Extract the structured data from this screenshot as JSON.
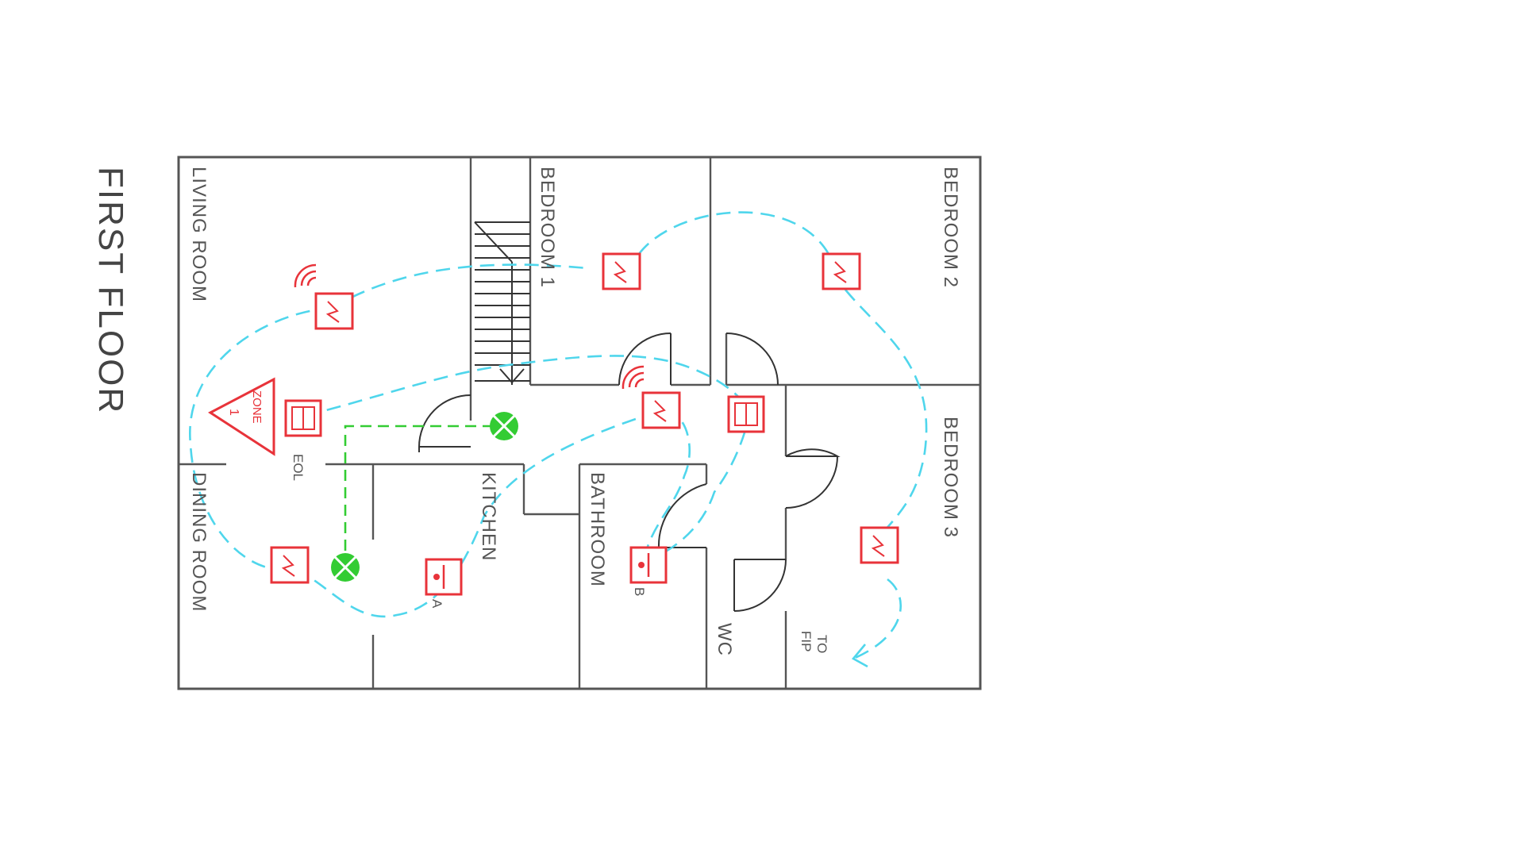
{
  "title": "FIRST FLOOR",
  "rooms": {
    "living_room": "LIVING ROOM",
    "bedroom_1": "BEDROOM 1",
    "bedroom_2": "BEDROOM 2",
    "bedroom_3": "BEDROOM 3",
    "dining_room": "DINING ROOM",
    "kitchen": "KITCHEN",
    "bathroom": "BATHROOM",
    "wc": "WC"
  },
  "labels": {
    "eol": "EOL",
    "zone": "ZONE",
    "zone_number": "1",
    "call_point_a": "A",
    "call_point_b": "B",
    "to_fip_line1": "TO",
    "to_fip_line2": "FIP"
  },
  "colors": {
    "wall": "#555555",
    "device_red": "#e8333a",
    "loop_cyan": "#4fd6ec",
    "sounder_green": "#33cc33"
  },
  "icons": {
    "detector": "smoke-detector-icon",
    "wireless": "wireless-signal-icon",
    "eol": "end-of-line-icon",
    "call_point": "manual-call-point-icon",
    "sounder": "sounder-icon",
    "zone": "zone-triangle-icon"
  }
}
